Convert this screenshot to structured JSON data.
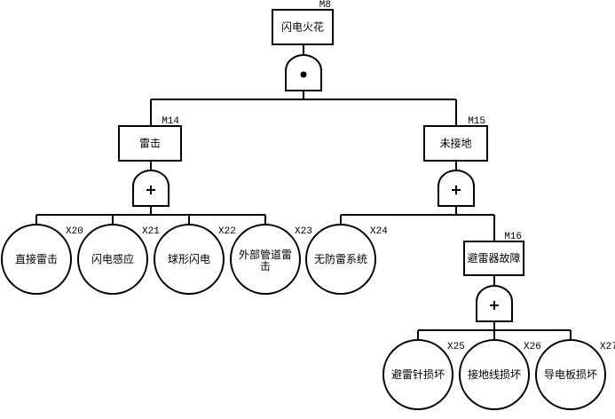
{
  "fault_tree": {
    "colors": {
      "line": "#000000",
      "background": "#ffffff"
    },
    "gate_types": {
      "AND": {
        "name": "and-gate",
        "symbol": "dot"
      },
      "OR": {
        "name": "or-gate",
        "symbol": "plus"
      }
    },
    "nodes": [
      {
        "id": "M8",
        "label": "闪电火花",
        "kind": "intermediate",
        "gate": "AND",
        "children": [
          "M14",
          "M15"
        ]
      },
      {
        "id": "M14",
        "label": "雷击",
        "kind": "intermediate",
        "gate": "OR",
        "children": [
          "X20",
          "X21",
          "X22",
          "X23"
        ]
      },
      {
        "id": "M15",
        "label": "未接地",
        "kind": "intermediate",
        "gate": "OR",
        "children": [
          "X24",
          "M16"
        ]
      },
      {
        "id": "M16",
        "label": "避雷器故障",
        "kind": "intermediate",
        "gate": "OR",
        "children": [
          "X25",
          "X26",
          "X27"
        ]
      },
      {
        "id": "X20",
        "label": "直接雷击",
        "kind": "basic"
      },
      {
        "id": "X21",
        "label": "闪电感应",
        "kind": "basic"
      },
      {
        "id": "X22",
        "label": "球形闪电",
        "kind": "basic"
      },
      {
        "id": "X23",
        "label": "外部管道雷击",
        "label_lines": [
          "外部管道雷",
          "击"
        ],
        "kind": "basic"
      },
      {
        "id": "X24",
        "label": "无防雷系统",
        "kind": "basic"
      },
      {
        "id": "X25",
        "label": "避雷针损坏",
        "kind": "basic"
      },
      {
        "id": "X26",
        "label": "接地线损坏",
        "kind": "basic"
      },
      {
        "id": "X27",
        "label": "导电板损坏",
        "kind": "basic"
      }
    ]
  }
}
